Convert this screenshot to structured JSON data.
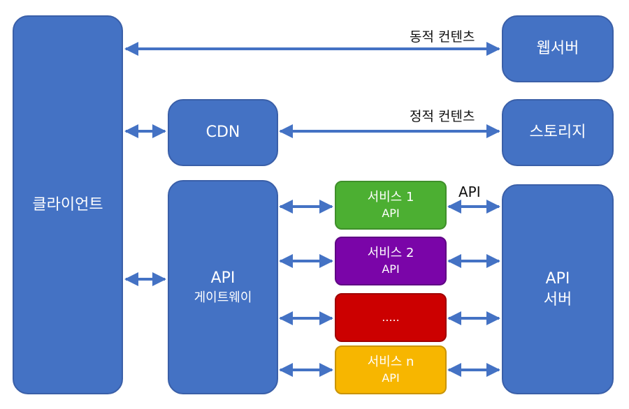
{
  "nodes": {
    "client": {
      "label": "클라이언트"
    },
    "web_server": {
      "label": "웹서버"
    },
    "cdn": {
      "label": "CDN"
    },
    "storage": {
      "label": "스토리지"
    },
    "gateway": {
      "line1": "API",
      "line2": "게이트웨이"
    },
    "service1": {
      "line1": "서비스 1",
      "line2": "API"
    },
    "service2": {
      "line1": "서비스 2",
      "line2": "API"
    },
    "service_more": {
      "line1": "....."
    },
    "service_n": {
      "line1": "서비스 n",
      "line2": "API"
    },
    "api_server": {
      "line1": "API",
      "line2": "서버"
    }
  },
  "edge_labels": {
    "dynamic": "동적 컨텐츠",
    "static": "정적 컨텐츠",
    "api": "API"
  },
  "colors": {
    "box": "#4472c4",
    "arrow": "#4472c4",
    "service1": "#4caf32",
    "service2": "#7a05a8",
    "service_more": "#cc0000",
    "service_n": "#f7b600"
  }
}
